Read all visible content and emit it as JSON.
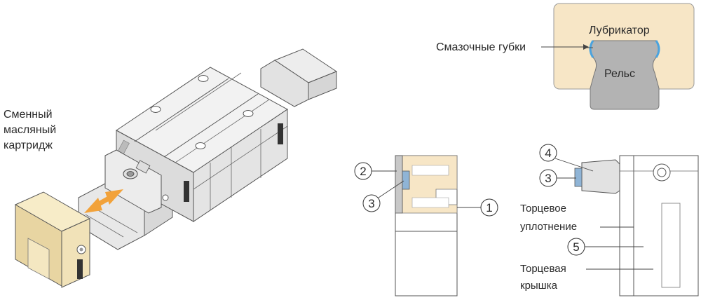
{
  "labels": {
    "cartridge_line1": "Сменный",
    "cartridge_line2": "масляный",
    "cartridge_line3": "картридж",
    "sponges": "Смазочные губки",
    "lubricator": "Лубрикатор",
    "rail": "Рельс",
    "end_seal_line1": "Торцевое",
    "end_seal_line2": "уплотнение",
    "end_cap_line1": "Торцевая",
    "end_cap_line2": "крышка"
  },
  "callouts": {
    "n1": "1",
    "n2": "2",
    "n3a": "3",
    "n3b": "3",
    "n4": "4",
    "n5": "5"
  },
  "colors": {
    "cartridge": "#f1e2b8",
    "lubricator_bg": "#f7e6c6",
    "rail_gray": "#b3b3b3",
    "sponge_blue": "#4aa3df",
    "arrow_orange": "#f2a23a",
    "part_blue": "#8fb4d6"
  },
  "icons": {
    "double_arrow": "double-headed-arrow-icon",
    "circled_digits": "circled-number-icon"
  }
}
